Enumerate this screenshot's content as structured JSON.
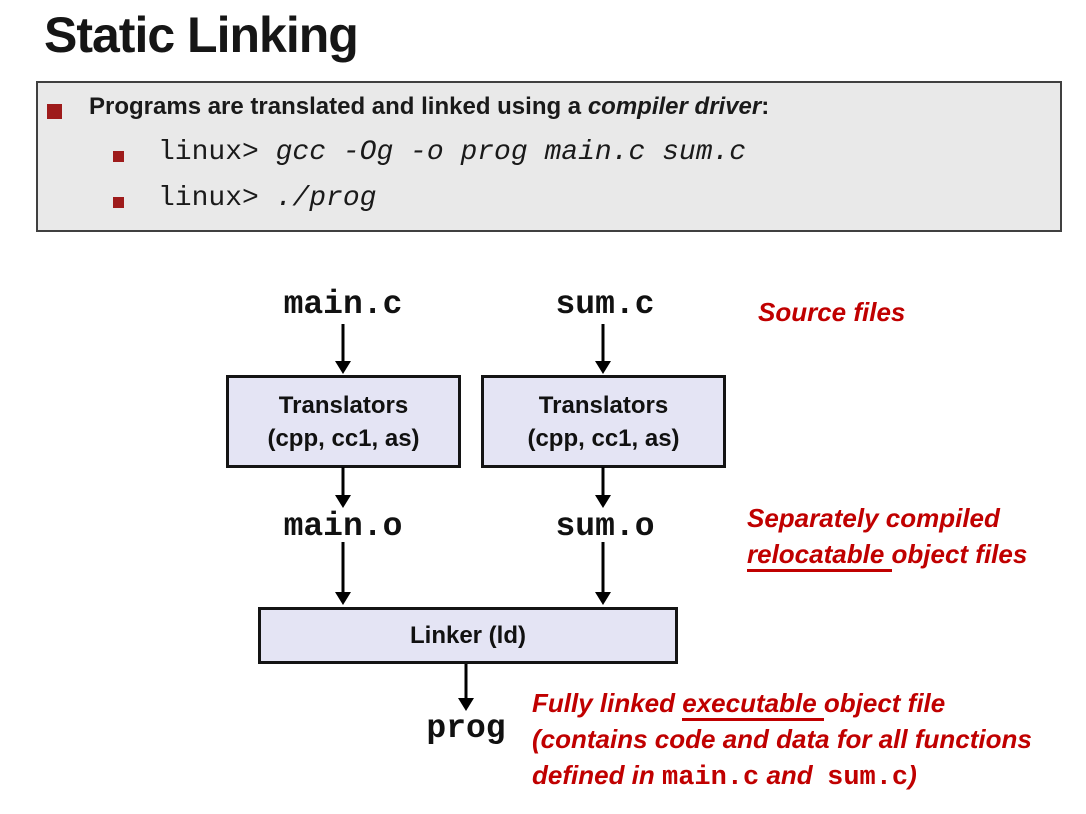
{
  "slide": {
    "title": "Static Linking",
    "panel": {
      "bullet_prefix": "Programs are translated and linked using a ",
      "bullet_emphasis": "compiler driver",
      "bullet_suffix": ":",
      "commands": [
        {
          "prompt": "linux> ",
          "command": "gcc -Og -o prog main.c sum.c"
        },
        {
          "prompt": "linux> ",
          "command": "./prog"
        }
      ]
    }
  },
  "diagram": {
    "sources": [
      "main.c",
      "sum.c"
    ],
    "translators": [
      {
        "line1": "Translators",
        "line2": "(cpp, cc1, as)"
      },
      {
        "line1": "Translators",
        "line2": "(cpp, cc1, as)"
      }
    ],
    "objects": [
      "main.o",
      "sum.o"
    ],
    "linker": "Linker (ld)",
    "output": "prog",
    "annotations": {
      "sources": "Source files",
      "objects_line1": "Separately compiled",
      "objects_underlined": "relocatable ",
      "objects_rest": "object files",
      "output_prefix": "Fully linked ",
      "output_underlined": "executable ",
      "output_rest": "object file",
      "output_line2": "(contains code and data for all functions",
      "output_line3_prefix": "defined in ",
      "output_code1": "main.c",
      "output_mid": " and  ",
      "output_code2": "sum.c",
      "output_suffix": ")"
    }
  },
  "colors": {
    "annotation_red": "#c00000",
    "bullet_red": "#9e1b1b",
    "diagram_box_fill": "#e4e4f4",
    "panel_fill": "#e9e9e9"
  }
}
